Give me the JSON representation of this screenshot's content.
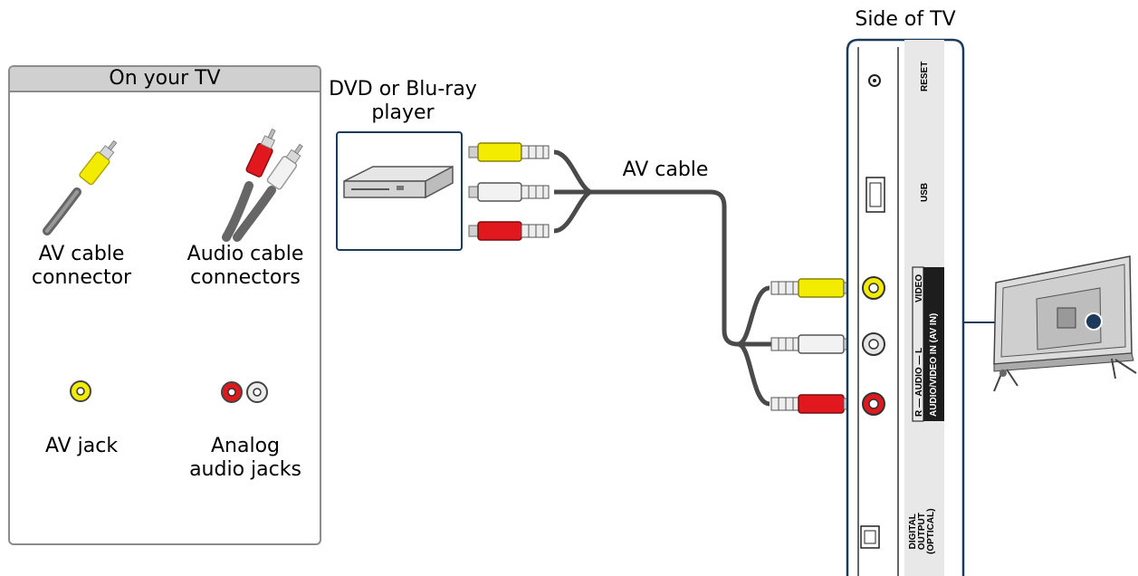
{
  "legend": {
    "title": "On your TV",
    "items": [
      {
        "line1": "AV cable",
        "line2": "connector"
      },
      {
        "line1": "Audio cable",
        "line2": "connectors"
      },
      {
        "line1": "AV jack",
        "line2": ""
      },
      {
        "line1": "Analog",
        "line2": "audio jacks"
      }
    ]
  },
  "device": {
    "line1": "DVD or Blu-ray",
    "line2": "player"
  },
  "cable_label": "AV cable",
  "side_label": "Side of TV",
  "panel": {
    "reset": "RESET",
    "usb": "USB",
    "video": "VIDEO",
    "audio": "R — AUDIO — L",
    "av_in": "AUDIO/VIDEO IN (AV IN)",
    "digital_line1": "DIGITAL",
    "digital_line2": "OUTPUT",
    "digital_line3": "(OPTICAL)"
  },
  "colors": {
    "yellow": "#f4ec00",
    "white": "#f2f2f2",
    "red": "#e1191f",
    "cable": "#4a4a4a",
    "accent": "#1d3a5c",
    "box_border": "#8c8c8c"
  }
}
